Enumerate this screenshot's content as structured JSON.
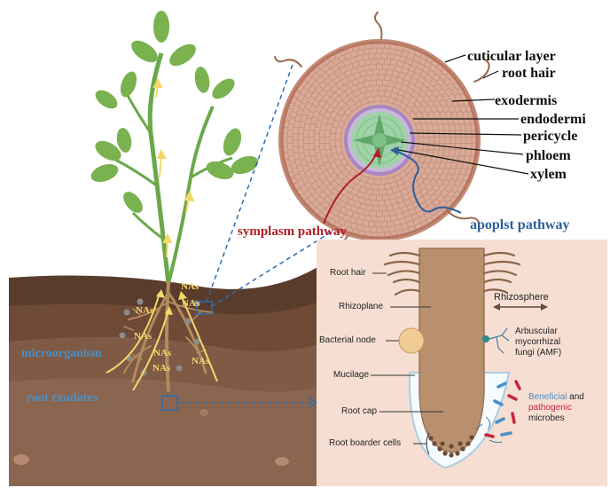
{
  "cross_section_labels": {
    "cuticular_layer": "cuticular layer",
    "root_hair": "root hair",
    "exodermis": "exodermis",
    "endodermis": "endodermi",
    "pericycle": "pericycle",
    "phloem": "phloem",
    "xylem": "xylem"
  },
  "pathways": {
    "symplasm": "symplasm pathway",
    "apoplast": "apoplst pathway"
  },
  "soil_labels": {
    "microorganism": "microorganism",
    "root_exudates": "root exudates",
    "nas": "NAs"
  },
  "root_tip_labels": {
    "root_hair": "Root hair",
    "rhizoplane": "Rhizoplane",
    "rhizosphere": "Rhizosphere",
    "bacterial_node": "Bacterial node",
    "amf_line1": "Arbuscular",
    "amf_line2": "mycorrhizal",
    "amf_line3": "fungi (AMF)",
    "mucilage": "Mucilage",
    "root_cap": "Root cap",
    "root_border_cells": "Root boarder cells",
    "beneficial": "Beneficial",
    "and": " and",
    "pathogenic": "pathogenic",
    "microbes": "microbes"
  },
  "colors": {
    "soil_dark": "#5a3c2c",
    "soil_light": "#8a6650",
    "cortex": "#d9aa97",
    "stele_green": "#9fd2a6",
    "endodermis_purple": "#9b78b6",
    "root_tip_bg": "#f6dfd2",
    "root_body": "#b8906e",
    "label_blue": "#4a90c8",
    "symplasm_red": "#b01e24",
    "apoplast_blue": "#2d5f9a",
    "nas_yellow": "#f4d76a"
  }
}
